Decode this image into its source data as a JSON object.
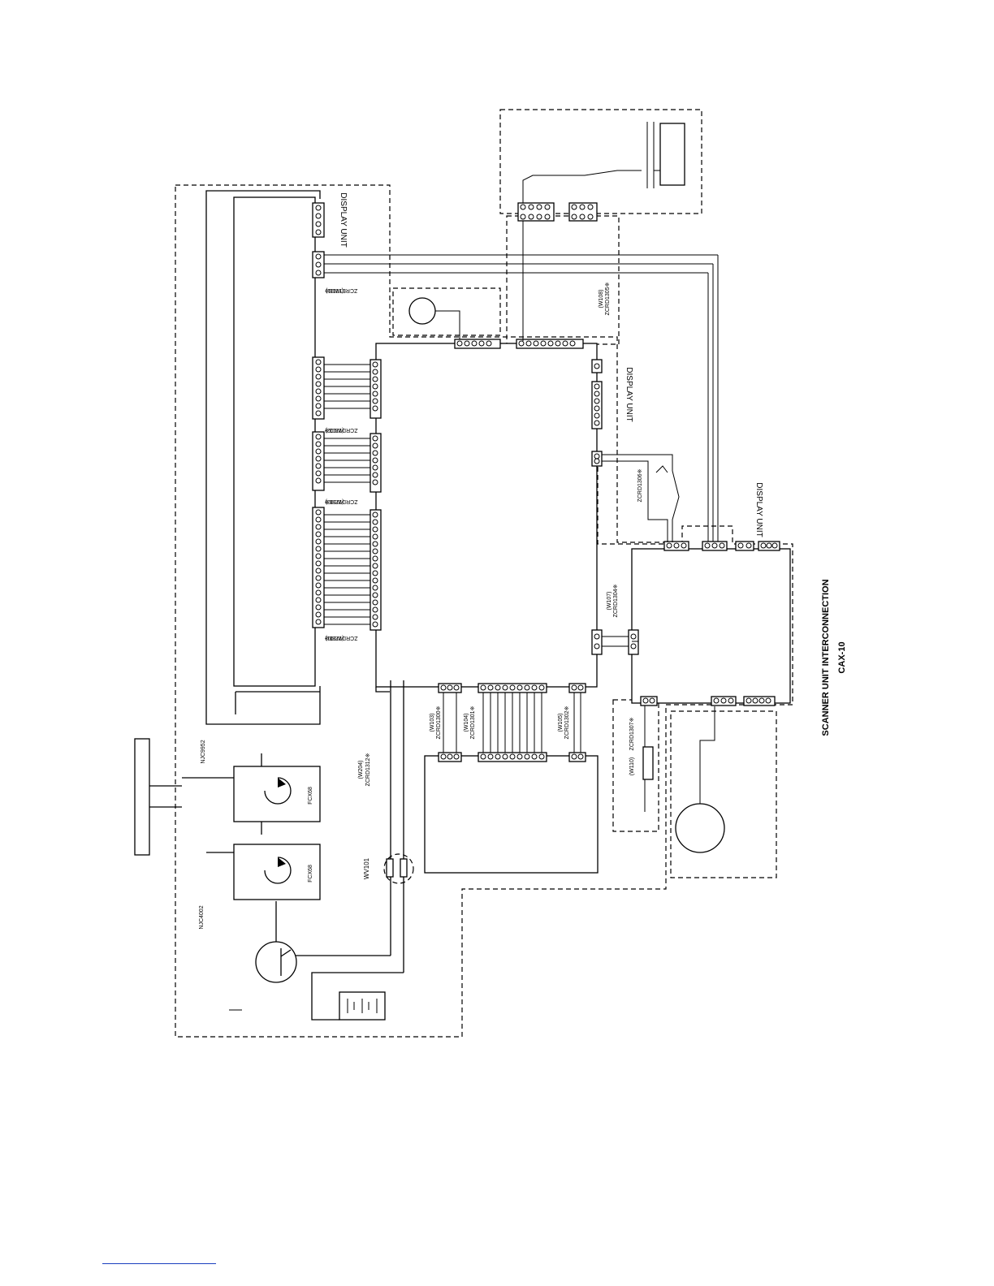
{
  "title": "SCANNER UNIT INTERCONNECTION",
  "model": "CAX-10",
  "labels": {
    "display_unit": "DISPLAY UNIT",
    "w111": "(W111)",
    "zcre1308": "ZCRE1308※",
    "w102": "(W102)",
    "zcrd1303": "ZCRD1303※",
    "w105c": "(W103)",
    "zcrd1296": "ZCRD1296※",
    "w101": "(W101)",
    "zcrd1288": "ZCRD1288※",
    "w108": "(W108)",
    "zcrd1305": "ZCRD1305※",
    "zcrd1306": "ZCRD1306※",
    "w107": "(W107)",
    "zcrd1304": "ZCRD1304※",
    "w103": "(W103)",
    "zcrd1300": "ZCRD1300※",
    "w104": "(W104)",
    "zcrd1301": "ZCRD1301※",
    "w105": "(W105)",
    "zcrd1302": "ZCRD1302※",
    "w110": "(W110)",
    "zcrd1307": "ZCRD1307※",
    "w204": "(W204)",
    "zcrd1312": "ZCRD1312※",
    "wv101": "WV101",
    "njc9952": "NJC9952",
    "njc4002": "NJC4002",
    "fcx68_a": "FCX68",
    "fcx68_b": "FCX68"
  }
}
